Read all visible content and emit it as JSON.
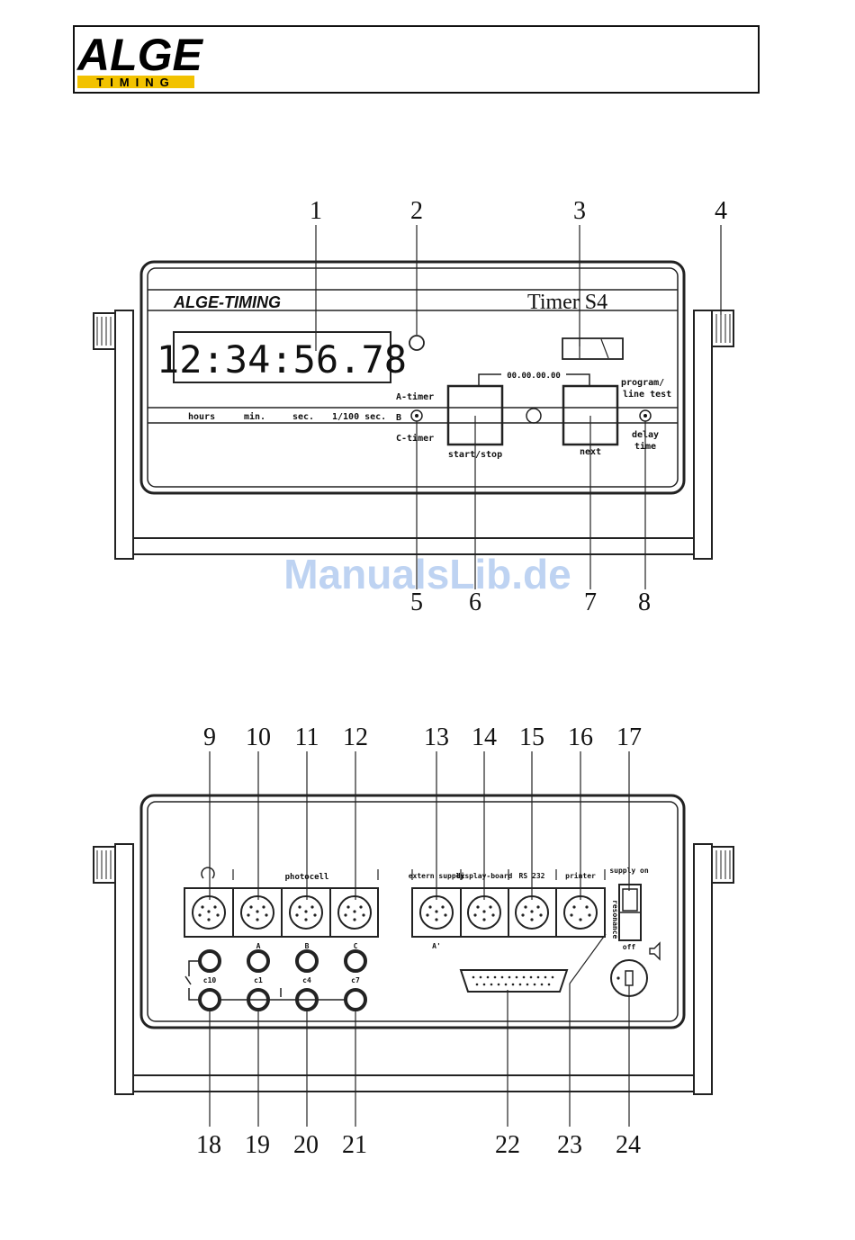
{
  "header": {
    "logo_main": "ALGE",
    "logo_sub": "TIMING"
  },
  "front_panel": {
    "brand": "ALGE-TIMING",
    "model": "Timer S4",
    "display_digits": "12:34:56.78",
    "units": [
      "hours",
      "min.",
      "sec.",
      "1/100 sec."
    ],
    "mode_top": "A-timer",
    "mode_mid": "B",
    "mode_bottom": "C-timer",
    "reset_code": "00.00.00.00",
    "program_label": "program/",
    "line_test_label": "line test",
    "start_stop_label": "start/stop",
    "next_label": "next",
    "delay_label": "delay",
    "time_label": "time",
    "callouts_top": [
      "1",
      "2",
      "3",
      "4"
    ],
    "callouts_bottom": [
      "5",
      "6",
      "7",
      "8"
    ]
  },
  "watermark": "ManualsLib.de",
  "rear_panel": {
    "photocell_label": "photocell",
    "extern_supply_label": "extern supply",
    "display_board_label": "display-board",
    "rs232_label": "RS 232",
    "printer_label": "printer",
    "supply_label": "supply on",
    "off_label": "off",
    "resonance_label": "resonance",
    "channel_labels": [
      "A",
      "B",
      "C"
    ],
    "a_prime_label": "A'",
    "jack_labels": [
      "c10",
      "c1",
      "c4",
      "c7"
    ],
    "callouts_top": [
      "9",
      "10",
      "11",
      "12",
      "13",
      "14",
      "15",
      "16",
      "17"
    ],
    "callouts_bottom": [
      "18",
      "19",
      "20",
      "21",
      "22",
      "23",
      "24"
    ]
  }
}
